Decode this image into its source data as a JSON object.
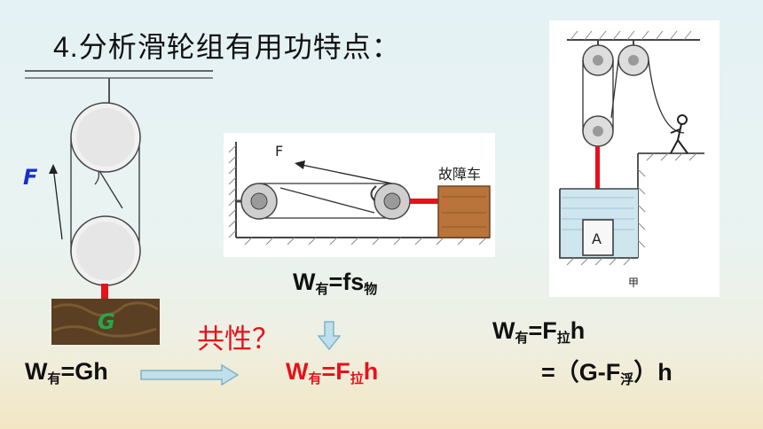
{
  "title": {
    "number": "4.",
    "text": "分析滑轮组有用功特点："
  },
  "figure_left": {
    "force_label": "F",
    "weight_label": "G"
  },
  "figure_middle": {
    "force_label": "F",
    "vehicle_label": "故障车"
  },
  "figure_right": {
    "object_label": "A",
    "caption": "甲"
  },
  "equations": {
    "w_fs": {
      "w": "W",
      "sub_you": "有",
      "eq": "=fs",
      "sub_wu": "物"
    },
    "w_gh": {
      "w": "W",
      "sub_you": "有",
      "eq": "=Gh"
    },
    "w_fh": {
      "w": "W",
      "sub_you": "有",
      "eq": "=F",
      "sub_la": "拉",
      "tail": "h"
    },
    "right_line1": {
      "w": "W",
      "sub_you": "有",
      "eq": "=F",
      "sub_la": "拉",
      "tail": "h"
    },
    "right_line2": {
      "head": "=（G-F",
      "sub_fu": "浮",
      "tail": "）h"
    }
  },
  "question": "共性？",
  "colors": {
    "red": "#e8101a",
    "arrow_fill": "#bfe0ea",
    "arrow_stroke": "#7fb3c9",
    "force_blue": "#1830c8",
    "crate": "#b8743a",
    "water": "#cfe6ef"
  }
}
